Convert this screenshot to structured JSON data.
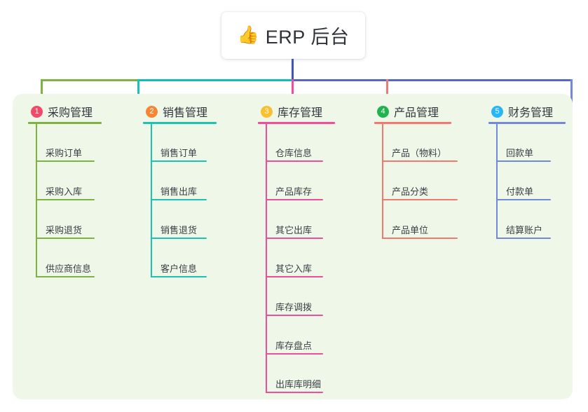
{
  "root": {
    "icon": "thumbs-up-icon",
    "emoji": "👍",
    "title": "ERP 后台"
  },
  "palette": {
    "panel_bg": "#eef7e8",
    "page_bg": "#ffffff",
    "root_stem": "#4054b2",
    "bar_green": "#7cb342",
    "bar_teal": "#0fbfae",
    "bar_blue": "#5566cc",
    "col1": "#7cb342",
    "col2": "#1ec2b0",
    "col3": "#ee4e9b",
    "col4": "#f4786f",
    "col5": "#7289d8",
    "badge1": "#f2496b",
    "badge2": "#f58634",
    "badge3": "#fbc02d",
    "badge4": "#21b34e",
    "badge5": "#29b6f6",
    "text": "#33383f"
  },
  "columns": [
    {
      "index": "1",
      "title": "采购管理",
      "badge_color": "#f2496b",
      "line_color": "#7cb342",
      "items": [
        {
          "label": "采购订单"
        },
        {
          "label": "采购入库"
        },
        {
          "label": "采购退货"
        },
        {
          "label": "供应商信息"
        }
      ]
    },
    {
      "index": "2",
      "title": "销售管理",
      "badge_color": "#f58634",
      "line_color": "#1ec2b0",
      "items": [
        {
          "label": "销售订单"
        },
        {
          "label": "销售出库"
        },
        {
          "label": "销售退货"
        },
        {
          "label": "客户信息"
        }
      ]
    },
    {
      "index": "3",
      "title": "库存管理",
      "badge_color": "#fbc02d",
      "line_color": "#ee4e9b",
      "items": [
        {
          "label": "仓库信息"
        },
        {
          "label": "产品库存"
        },
        {
          "label": "其它出库"
        },
        {
          "label": "其它入库"
        },
        {
          "label": "库存调拨"
        },
        {
          "label": "库存盘点"
        },
        {
          "label": "出库库明细"
        }
      ]
    },
    {
      "index": "4",
      "title": "产品管理",
      "badge_color": "#21b34e",
      "line_color": "#f4786f",
      "items": [
        {
          "label": "产品（物料）"
        },
        {
          "label": "产品分类"
        },
        {
          "label": "产品单位"
        }
      ]
    },
    {
      "index": "5",
      "title": "财务管理",
      "badge_color": "#29b6f6",
      "line_color": "#7289d8",
      "items": [
        {
          "label": "回款单"
        },
        {
          "label": "付款单"
        },
        {
          "label": "结算账户"
        }
      ]
    }
  ]
}
